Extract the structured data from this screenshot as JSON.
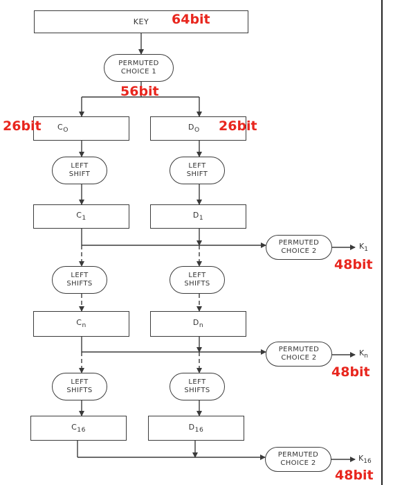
{
  "key": {
    "label": "KEY",
    "bits": "64bit"
  },
  "pc1": {
    "line1": "PERMUTED",
    "line2": "CHOICE 1",
    "bits": "56bit"
  },
  "c0": {
    "letter": "C",
    "sub": "O",
    "bits": "26bit"
  },
  "d0": {
    "letter": "D",
    "sub": "O",
    "bits": "26bit"
  },
  "left_shift": {
    "line1": "LEFT",
    "line2": "SHIFT"
  },
  "left_shifts": {
    "line1": "LEFT",
    "line2": "SHIFTS"
  },
  "c1": {
    "letter": "C",
    "sub": "1"
  },
  "d1": {
    "letter": "D",
    "sub": "1"
  },
  "cn": {
    "letter": "C",
    "sub": "n"
  },
  "dn": {
    "letter": "D",
    "sub": "n"
  },
  "c16": {
    "letter": "C",
    "sub": "16"
  },
  "d16": {
    "letter": "D",
    "sub": "16"
  },
  "pc2": {
    "line1": "PERMUTED",
    "line2": "CHOICE 2"
  },
  "k1": {
    "letter": "K",
    "sub": "1",
    "bits": "48bit"
  },
  "kn": {
    "letter": "K",
    "sub": "n",
    "bits": "48bit"
  },
  "k16": {
    "letter": "K",
    "sub": "16",
    "bits": "48bit"
  },
  "colors": {
    "annotation": "#e8261e",
    "stroke": "#3a3a3a"
  }
}
